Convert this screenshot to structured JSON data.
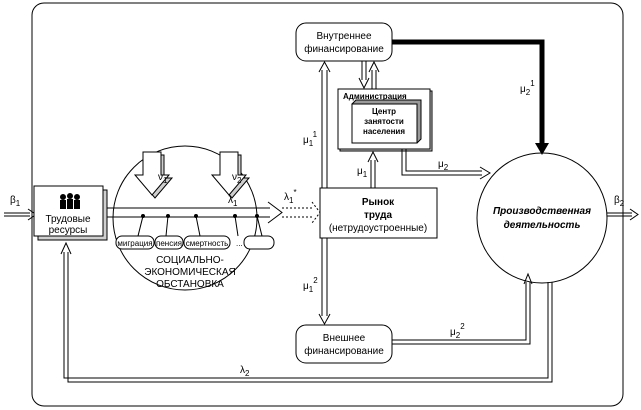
{
  "boxes": {
    "internal_fin": [
      "Внутреннее",
      "финансирование"
    ],
    "admin": "Администрация",
    "center": [
      "Центр",
      "занятости",
      "населения"
    ],
    "market": [
      "Рынок",
      "труда",
      "(нетрудоустроенные)"
    ],
    "external_fin": [
      "Внешнее",
      "финансирование"
    ],
    "labor": [
      "Трудовые",
      "ресурсы"
    ],
    "production": [
      "Производственная",
      "деятельность"
    ]
  },
  "circle": {
    "caption": [
      "СОЦИАЛЬНО-",
      "ЭКОНОМИЧЕСКАЯ",
      "ОБСТАНОВКА"
    ],
    "pills": [
      "миграция",
      "пенсия",
      "смертность",
      "..."
    ],
    "v1": {
      "base": "ν",
      "sub": "1"
    },
    "v2": {
      "base": "ν",
      "sub": "2"
    }
  },
  "labels": {
    "beta_in": {
      "base": "β",
      "sub": "1"
    },
    "beta_out": {
      "base": "β",
      "sub": "2"
    },
    "lambda1": {
      "base": "λ",
      "sub": "1"
    },
    "lambda1s": {
      "base": "λ",
      "sub": "1",
      "sup": "*"
    },
    "lambda2": {
      "base": "λ",
      "sub": "2"
    },
    "mu1": {
      "base": "μ",
      "sub": "1"
    },
    "mu2": {
      "base": "μ",
      "sub": "2"
    },
    "mu1_1": {
      "base": "μ",
      "sub": "1",
      "sup": "1"
    },
    "mu1_2": {
      "base": "μ",
      "sub": "1",
      "sup": "2"
    },
    "mu2_1": {
      "base": "μ",
      "sub": "2",
      "sup": "1"
    },
    "mu2_2": {
      "base": "μ",
      "sub": "2",
      "sup": "2"
    }
  }
}
